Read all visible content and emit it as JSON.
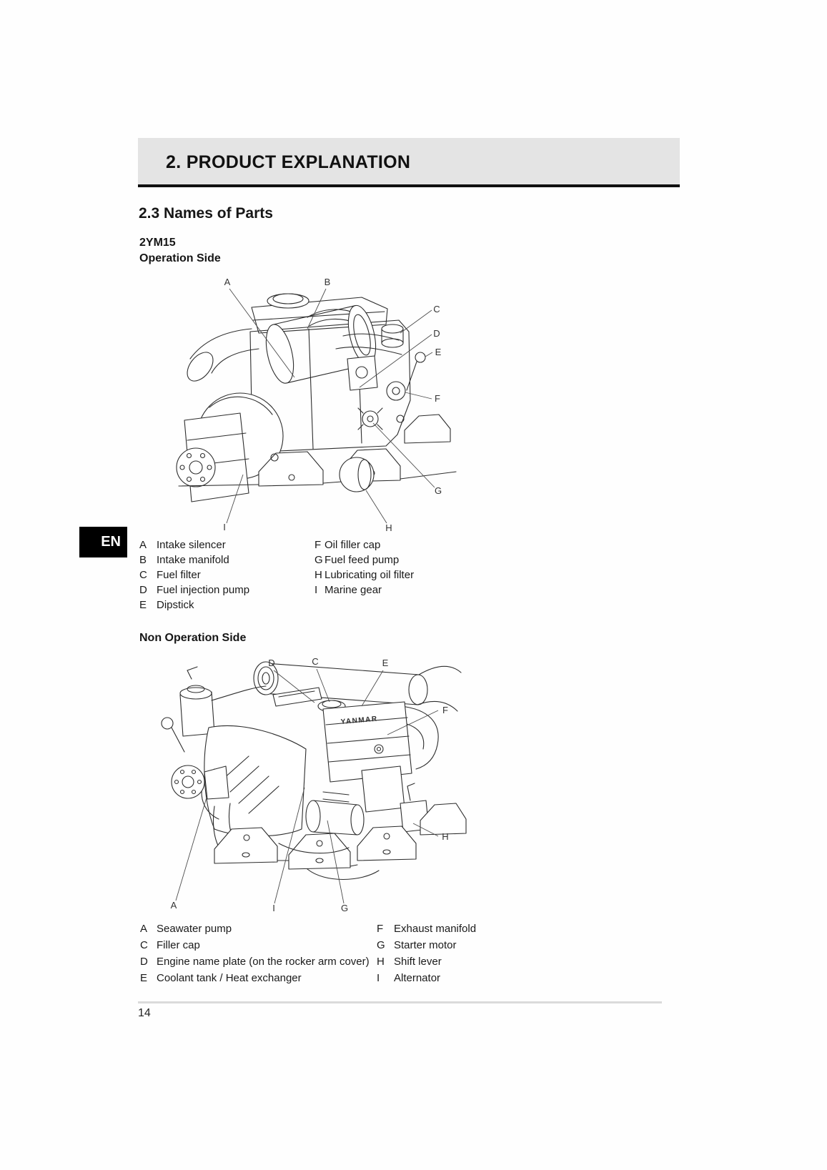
{
  "page": {
    "number": "14",
    "language_tab": "EN"
  },
  "header": {
    "chapter_title": "2. PRODUCT EXPLANATION"
  },
  "section": {
    "title": "2.3 Names of Parts",
    "model": "2YM15"
  },
  "operation_side": {
    "heading": "Operation Side",
    "callouts": [
      "A",
      "B",
      "C",
      "D",
      "E",
      "F",
      "G",
      "H",
      "I"
    ],
    "parts_left": [
      {
        "key": "A",
        "name": "Intake silencer"
      },
      {
        "key": "B",
        "name": "Intake manifold"
      },
      {
        "key": "C",
        "name": "Fuel filter"
      },
      {
        "key": "D",
        "name": "Fuel injection pump"
      },
      {
        "key": "E",
        "name": "Dipstick"
      }
    ],
    "parts_right": [
      {
        "key": "F",
        "name": "Oil filler cap"
      },
      {
        "key": "G",
        "name": "Fuel feed pump"
      },
      {
        "key": "H",
        "name": "Lubricating oil filter"
      },
      {
        "key": "I",
        "name": "Marine gear"
      }
    ]
  },
  "non_operation_side": {
    "heading": "Non Operation Side",
    "brand": "YANMAR",
    "callouts": [
      "D",
      "C",
      "E",
      "F",
      "H",
      "A",
      "I",
      "G"
    ],
    "parts_left": [
      {
        "key": "A",
        "name": "Seawater pump"
      },
      {
        "key": "C",
        "name": "Filler cap"
      },
      {
        "key": "D",
        "name": "Engine name plate (on the rocker arm cover)"
      },
      {
        "key": "E",
        "name": "Coolant tank / Heat exchanger"
      }
    ],
    "parts_right": [
      {
        "key": "F",
        "name": "Exhaust manifold"
      },
      {
        "key": "G",
        "name": "Starter motor"
      },
      {
        "key": "H",
        "name": "Shift lever"
      },
      {
        "key": "I",
        "name": "Alternator"
      }
    ]
  }
}
